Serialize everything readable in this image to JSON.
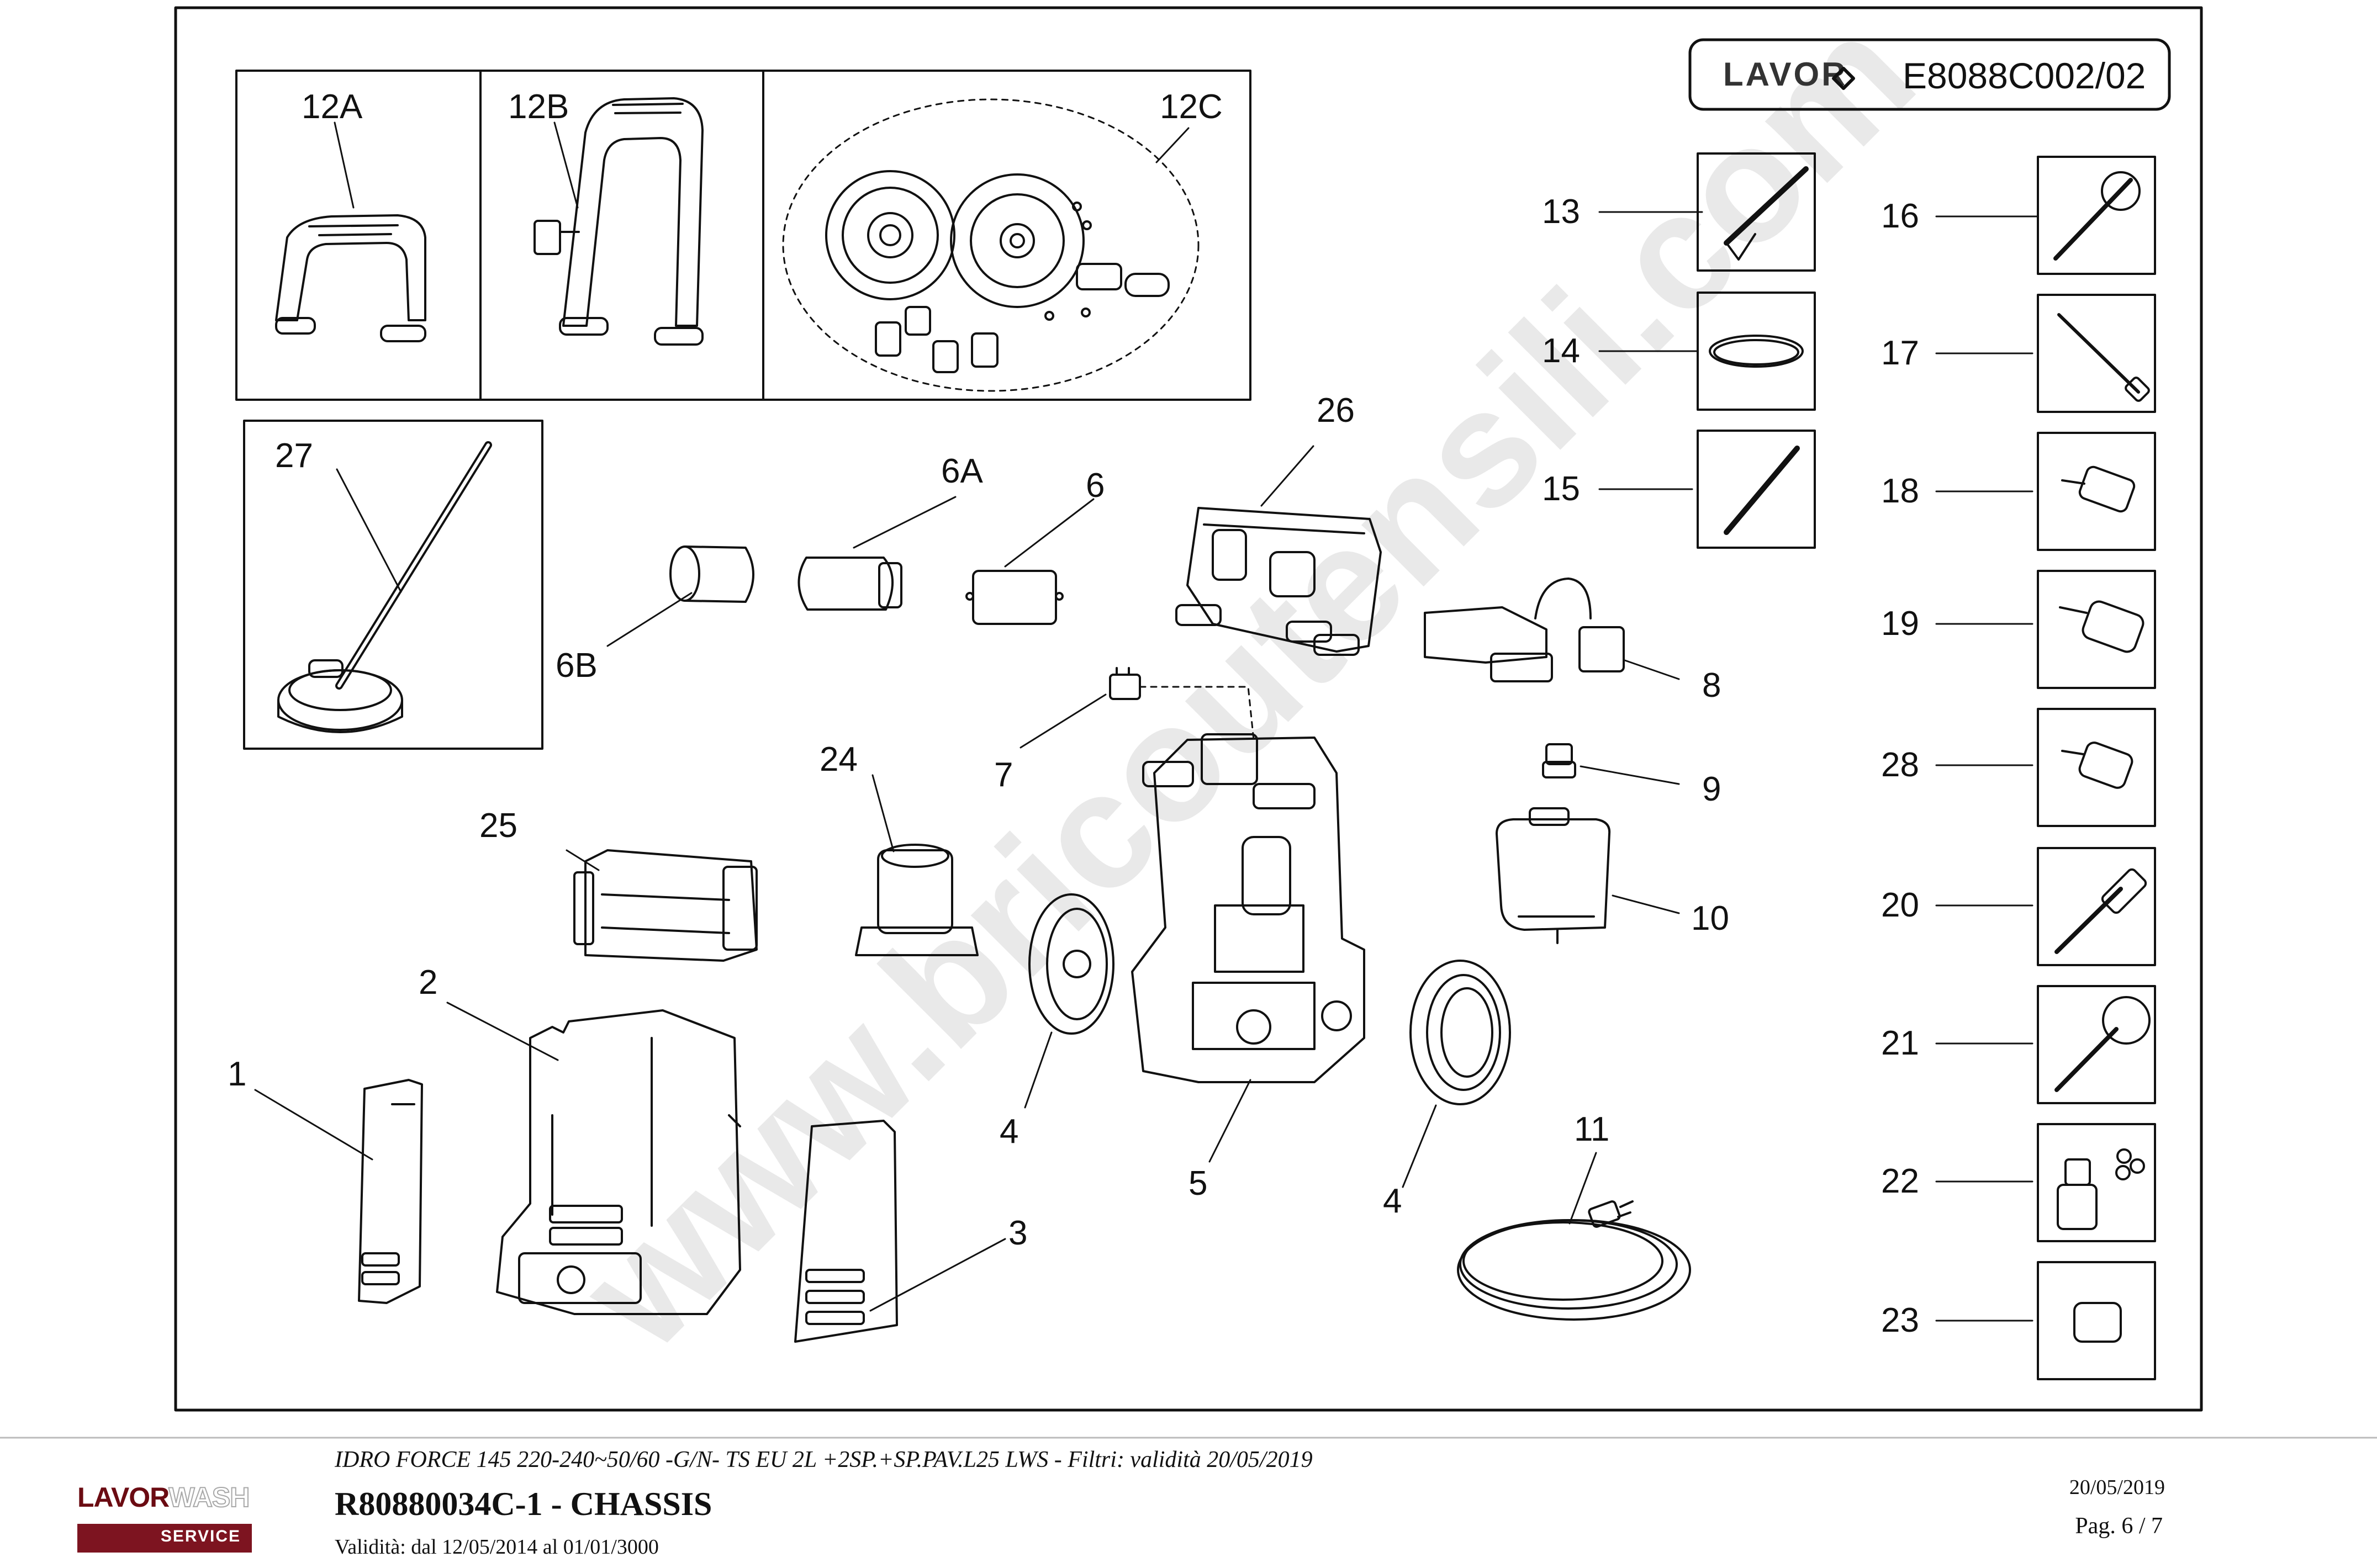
{
  "header": {
    "brand": "LAVOR",
    "drawing_code": "E8088C002/02"
  },
  "watermark": "www.bricoutensili.com",
  "callouts": {
    "c1": "1",
    "c2": "2",
    "c3": "3",
    "c4a": "4",
    "c4b": "4",
    "c5": "5",
    "c6": "6",
    "c6a": "6A",
    "c6b": "6B",
    "c7": "7",
    "c8": "8",
    "c9": "9",
    "c10": "10",
    "c11": "11",
    "c12a": "12A",
    "c12b": "12B",
    "c12c": "12C",
    "c13": "13",
    "c14": "14",
    "c15": "15",
    "c16": "16",
    "c17": "17",
    "c18": "18",
    "c19": "19",
    "c20": "20",
    "c21": "21",
    "c22": "22",
    "c23": "23",
    "c24": "24",
    "c25": "25",
    "c26": "26",
    "c27": "27",
    "c28": "28"
  },
  "footer": {
    "logo_dark": "LAVOR",
    "logo_light": "WASH",
    "logo_service": "SERVICE",
    "model_line": "IDRO FORCE 145 220-240~50/60 -G/N- TS EU 2L +2SP.+SP.PAV.L25 LWS - Filtri: validità 20/05/2019",
    "title": "R80880034C-1 - CHASSIS",
    "validity": "Validità: dal 12/05/2014 al 01/01/3000",
    "date": "20/05/2019",
    "page": "Pag. 6 / 7"
  }
}
